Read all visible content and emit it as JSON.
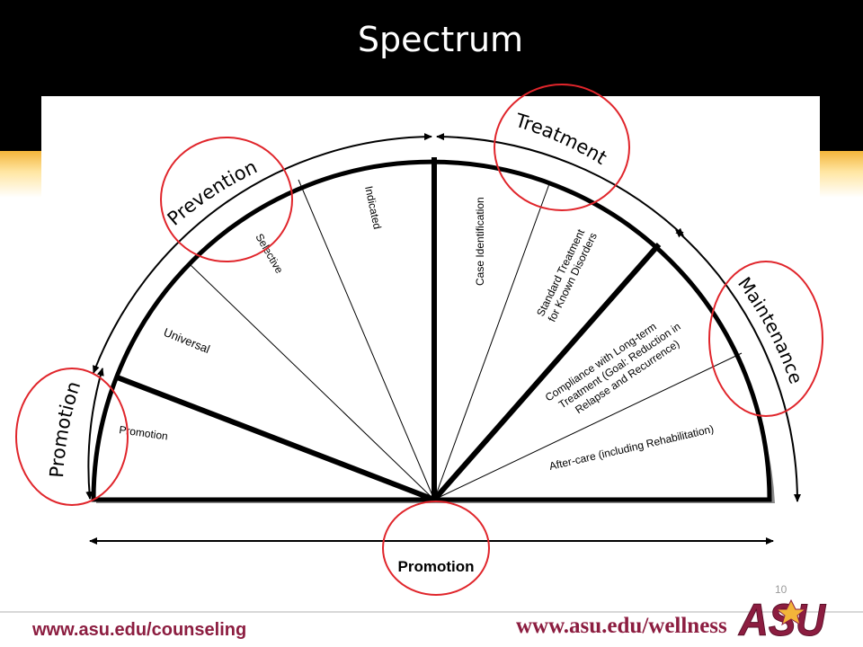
{
  "slide": {
    "title": "Spectrum",
    "page_number": "10",
    "footer_left": "www.asu.edu/counseling",
    "footer_right": "www.asu.edu/wellness",
    "logo_text": "ASU",
    "colors": {
      "title_bar": "#000000",
      "gold": "#f3b53a",
      "maroon": "#8c1d40",
      "circle": "#e0252b"
    }
  },
  "diagram": {
    "arc_labels": {
      "prevention": "Prevention",
      "treatment": "Treatment",
      "maintenance": "Maintenance",
      "promotion_side": "Promotion"
    },
    "sector_labels": {
      "promotion": "Promotion",
      "universal": "Universal",
      "selective": "Selective",
      "indicated": "Indicated",
      "case_identification": "Case Identification",
      "standard_line1": "Standard Treatment",
      "standard_line2": "for Known Disorders",
      "compliance_line1": "Compliance with Long-term",
      "compliance_line2": "Treatment (Goal: Reduction in",
      "compliance_line3": "Relapse and Recurrence)",
      "aftercare": "After-care (including Rehabilitation)"
    },
    "bottom_label": "Promotion"
  }
}
